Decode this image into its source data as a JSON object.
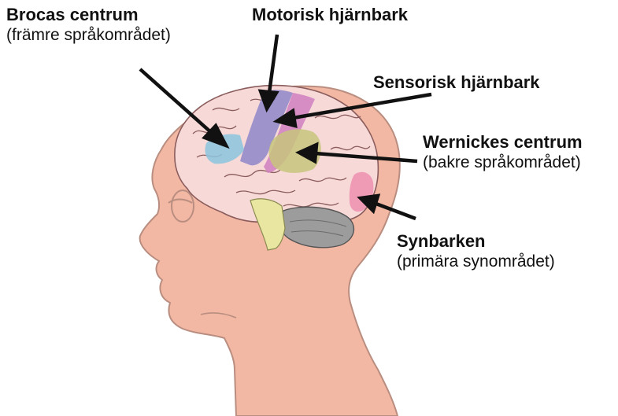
{
  "labels": {
    "broca": {
      "title": "Brocas centrum",
      "subtitle": "(främre språkområdet)"
    },
    "motor": {
      "title": "Motorisk hjärnbark"
    },
    "sensory": {
      "title": "Sensorisk hjärnbark"
    },
    "wernicke": {
      "title": "Wernickes centrum",
      "subtitle": "(bakre språkområdet)"
    },
    "visual": {
      "title": "Synbarken",
      "subtitle": "(primära synområdet)"
    }
  },
  "colors": {
    "skin": "#f3b8a4",
    "skin_outline": "#b98e80",
    "brain": "#f7dad8",
    "broca_area": "#8cc4de",
    "motor_area": "#8f86c9",
    "sensory_area": "#cf7fc0",
    "wernicke_area": "#c7c47c",
    "visual_area": "#ee8fb0",
    "cerebellum": "#9c9c9c",
    "brainstem": "#e8e6a0",
    "text": "#111111"
  }
}
